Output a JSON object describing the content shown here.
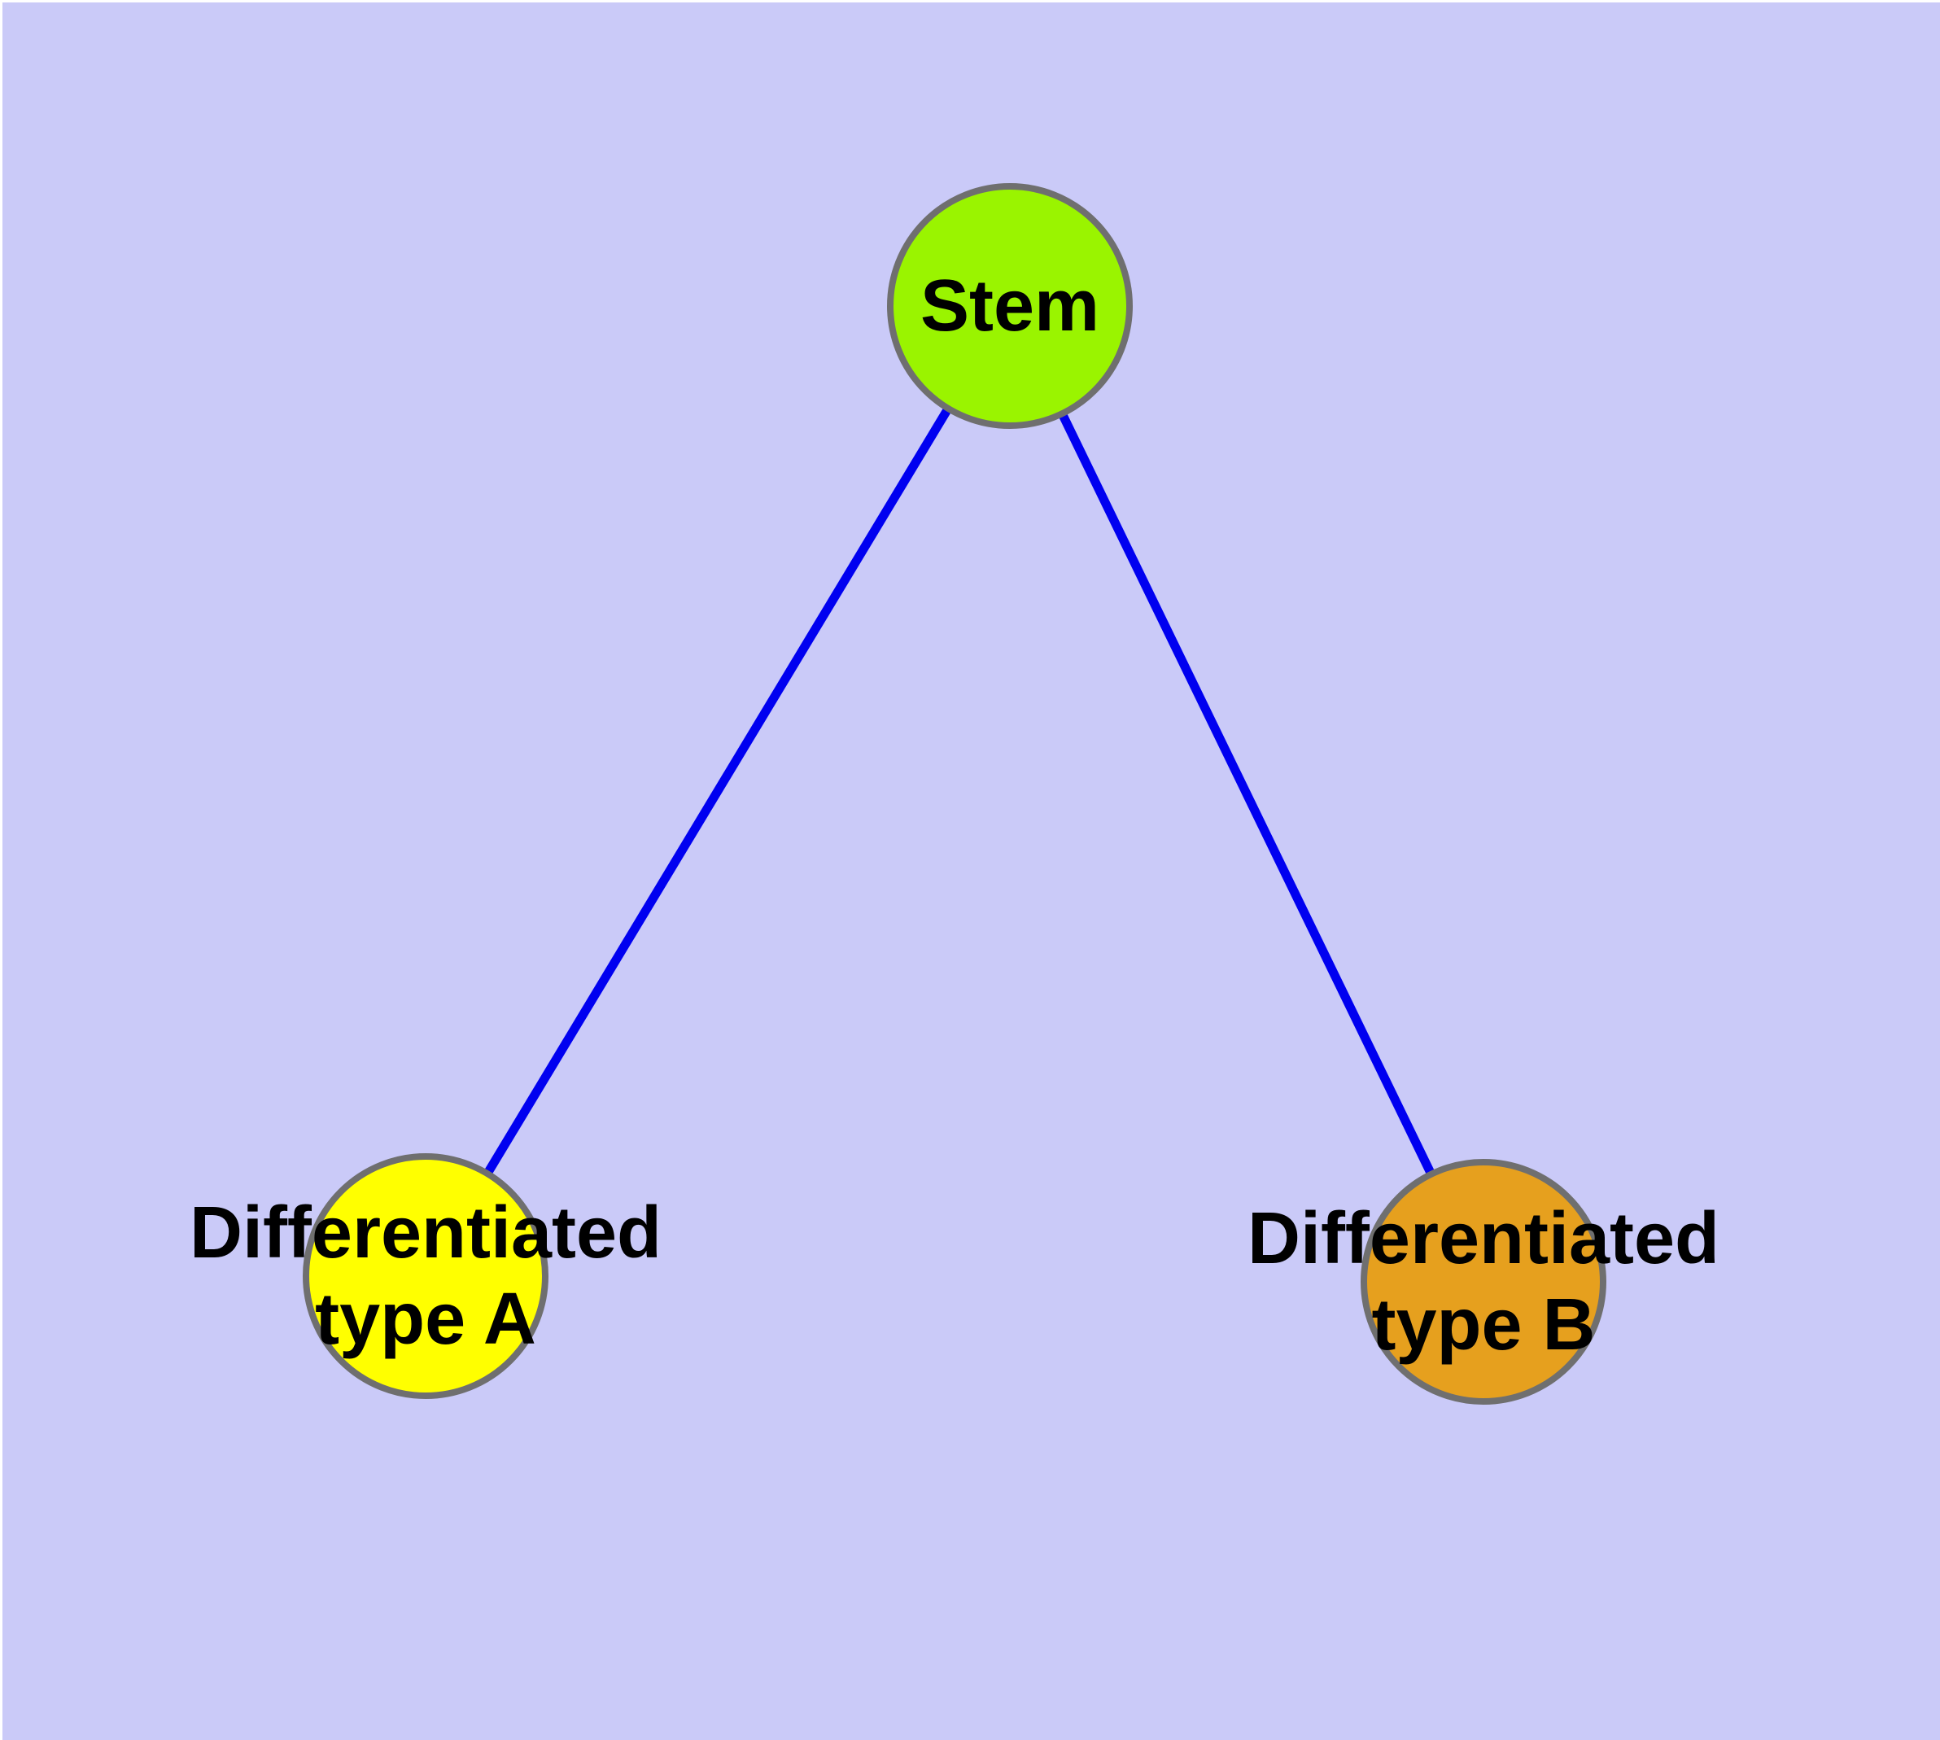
{
  "figure": {
    "type": "node-link-diagram",
    "description": "Stem cell differentiation graph: one stem node linked to two differentiated cell type nodes",
    "background_color": "#cacaf8",
    "edge_color": "#0000f0",
    "node_border_color": "#6f6f6f",
    "label_color": "#000000"
  },
  "nodes": [
    {
      "id": "stem",
      "label": "Stem",
      "fill_color": "#9af400"
    },
    {
      "id": "diff-a",
      "label": "Differentiated\ntype A",
      "fill_color": "#ffff00"
    },
    {
      "id": "diff-b",
      "label": "Differentiated\ntype B",
      "fill_color": "#e6a01e"
    }
  ],
  "edges": [
    {
      "from": "Stem",
      "to": "Differentiated type A"
    },
    {
      "from": "Stem",
      "to": "Differentiated type B"
    }
  ]
}
